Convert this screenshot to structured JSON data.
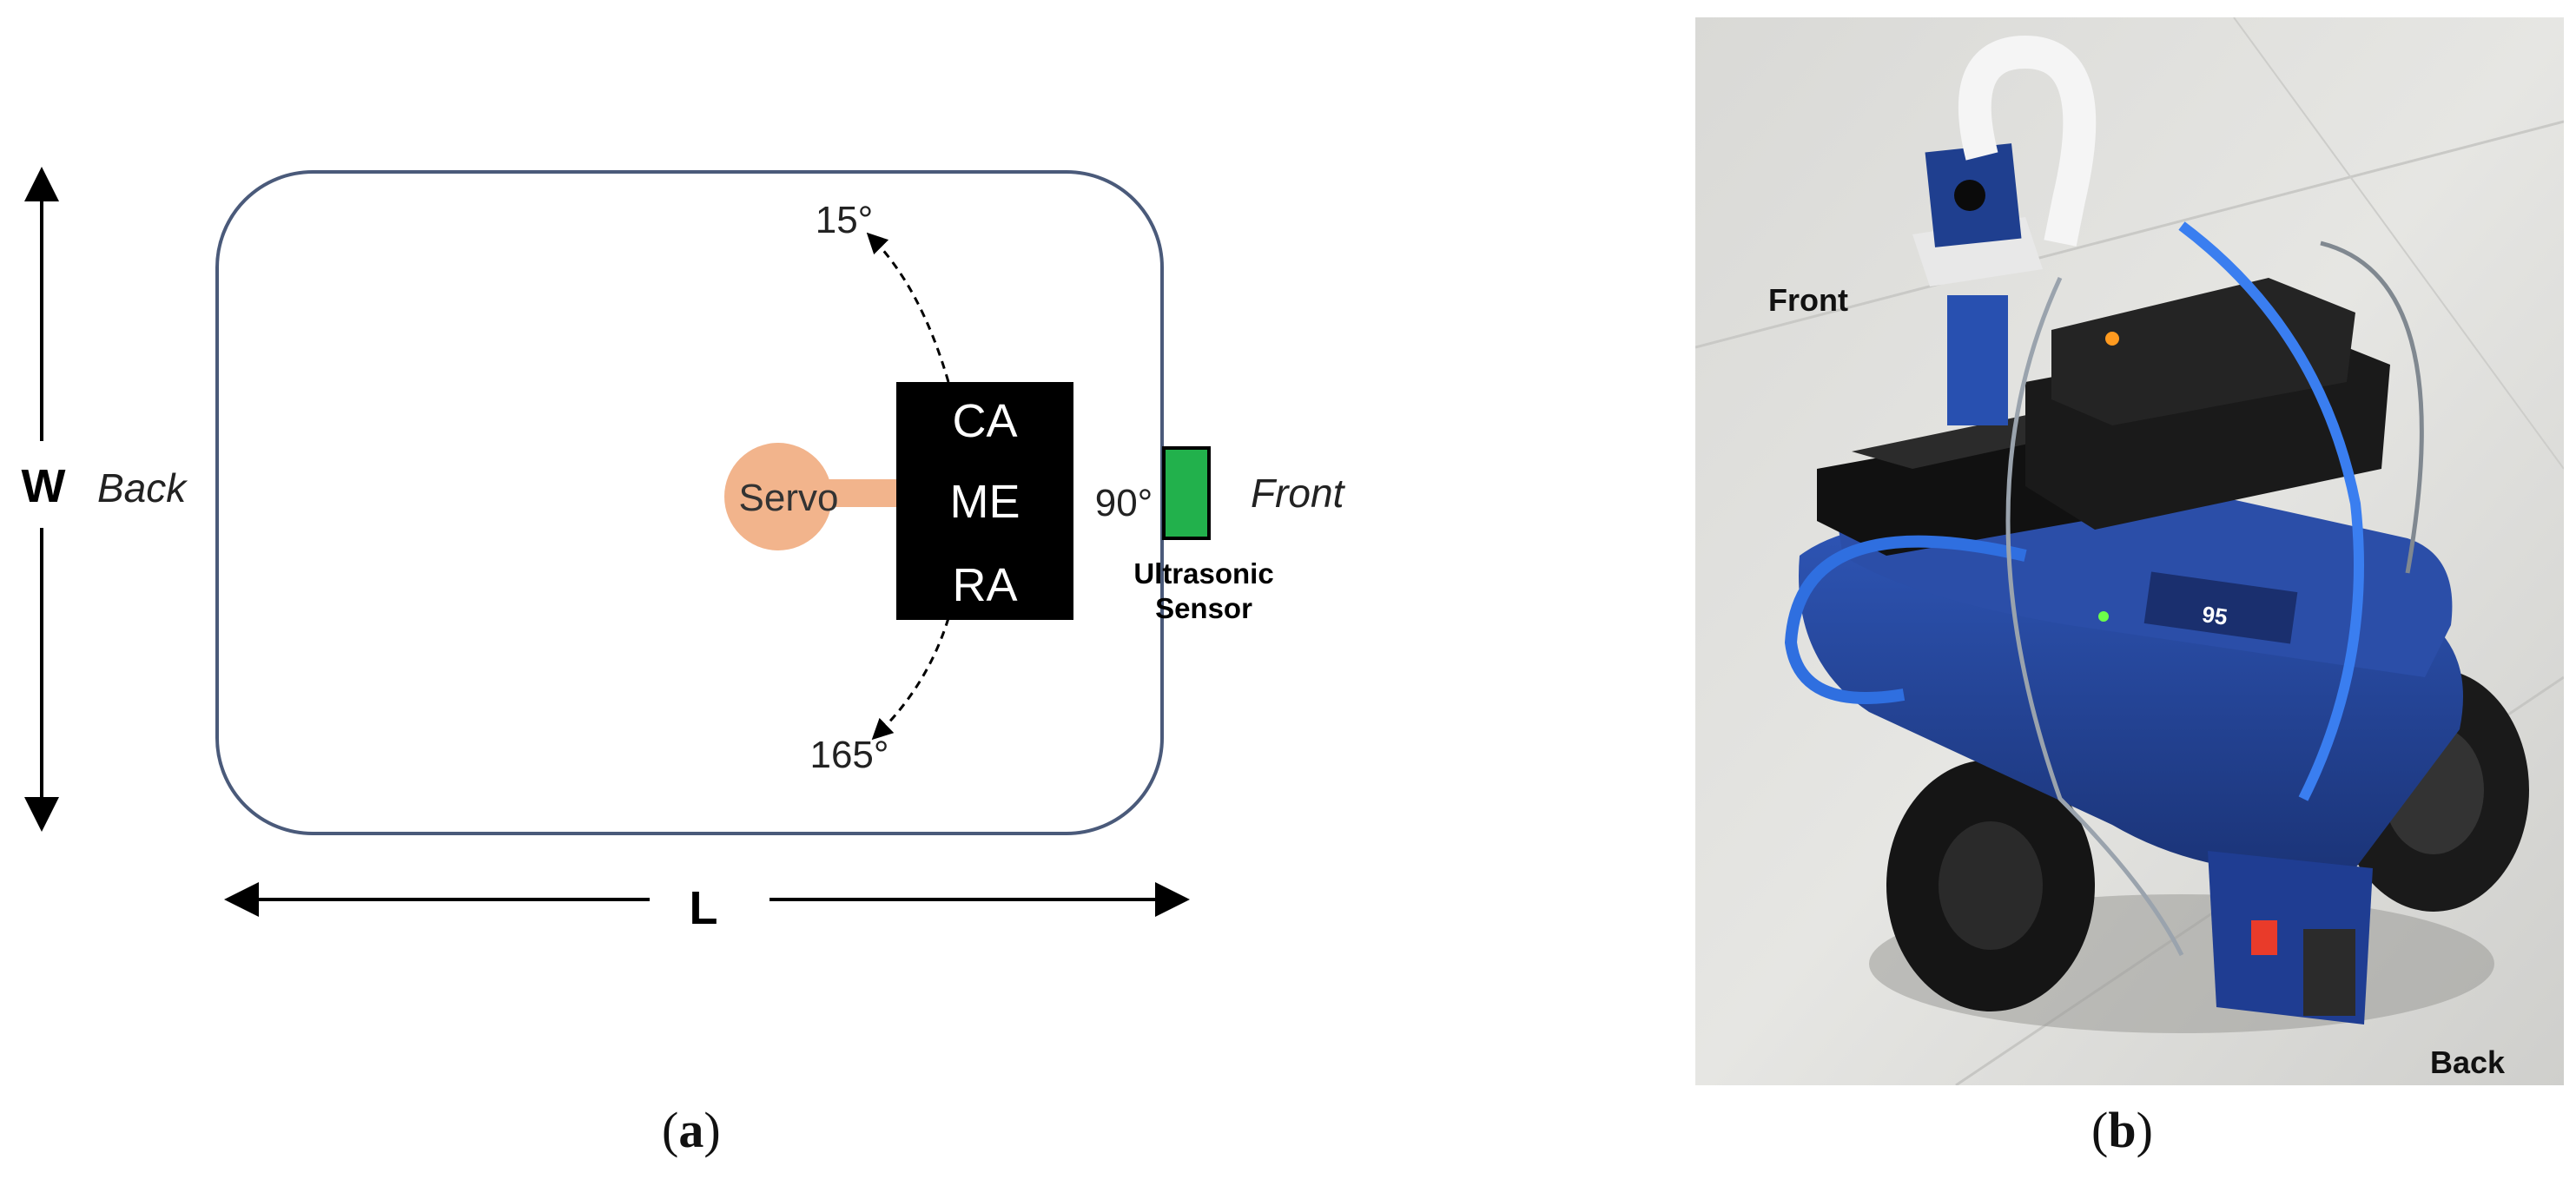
{
  "panel_a": {
    "dimension_w": "W",
    "dimension_l": "L",
    "back_label": "Back",
    "front_label": "Front",
    "servo_label": "Servo",
    "camera_lines": [
      "CA",
      "ME",
      "RA"
    ],
    "angle_top": "15°",
    "angle_mid": "90°",
    "angle_bottom": "165°",
    "sensor_lines": [
      "Ultrasonic",
      "Sensor"
    ],
    "colors": {
      "chassis_outline": "#4a5a7a",
      "servo": "#f2b48c",
      "camera": "#000000",
      "sensor": "#22b14c"
    }
  },
  "panel_b": {
    "front_label": "Front",
    "back_label": "Back",
    "display_readout": "95"
  },
  "captions": {
    "a": "a",
    "b": "b"
  }
}
